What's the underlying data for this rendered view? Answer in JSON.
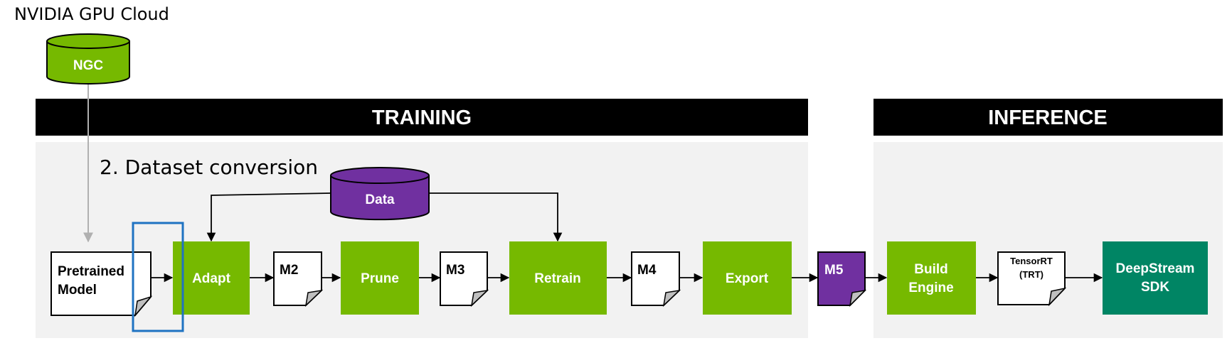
{
  "cloud_label": "NVIDIA GPU Cloud",
  "ngc": "NGC",
  "training_header": "TRAINING",
  "inference_header": "INFERENCE",
  "step_caption": "2. Dataset conversion",
  "data_store": "Data",
  "pretrained": {
    "line1": "Pretrained",
    "line2": "Model"
  },
  "adapt": "Adapt",
  "m2": "M2",
  "prune": "Prune",
  "m3": "M3",
  "retrain": "Retrain",
  "m4": "M4",
  "export": "Export",
  "m5": "M5",
  "build_engine": {
    "line1": "Build",
    "line2": "Engine"
  },
  "tensorrt": {
    "line1": "TensorRT",
    "line2": "(TRT)"
  },
  "deepstream": {
    "line1": "DeepStream",
    "line2": "SDK"
  },
  "colors": {
    "nvidia_green": "#76b900",
    "purple": "#7030a0",
    "teal": "#008564",
    "header": "#000000",
    "panel": "#f2f2f2",
    "highlight": "#1f73c2"
  }
}
